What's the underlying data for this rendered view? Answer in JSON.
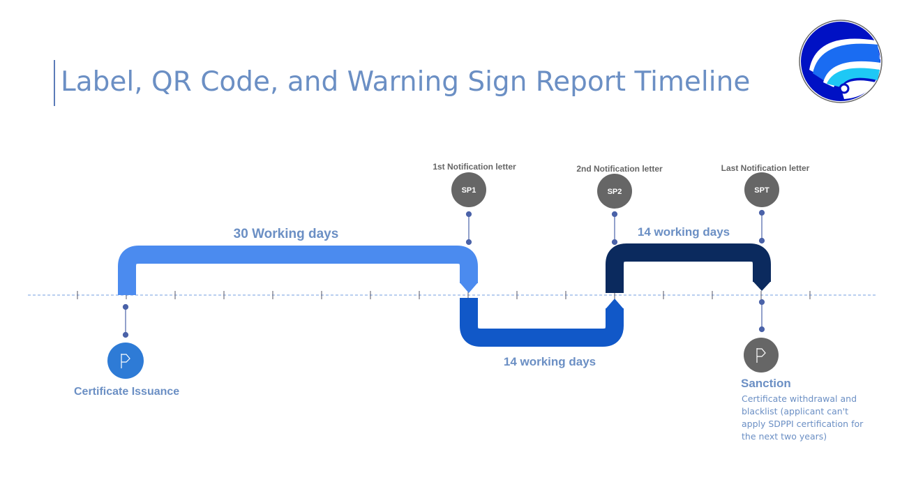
{
  "title": "Label, QR Code, and Warning Sign Report Timeline",
  "milestones": [
    {
      "code": "SP1",
      "label": "1st Notification letter"
    },
    {
      "code": "SP2",
      "label": "2nd Notification letter"
    },
    {
      "code": "SPT",
      "label": "Last Notification letter"
    }
  ],
  "periods": [
    "30 Working days",
    "14 working days",
    "14 working days"
  ],
  "start": {
    "label": "Certificate Issuance"
  },
  "sanction": {
    "label": "Sanction",
    "description": "Certificate withdrawal and blacklist (applicant can't apply SDPPI certification for the next two years)"
  },
  "colors": {
    "period1": "#4b8bef",
    "period2": "#1158c8",
    "period3": "#0b2a5e",
    "circle": "#666666",
    "start": "#2e7bd6",
    "text": "#6b8fc4"
  }
}
